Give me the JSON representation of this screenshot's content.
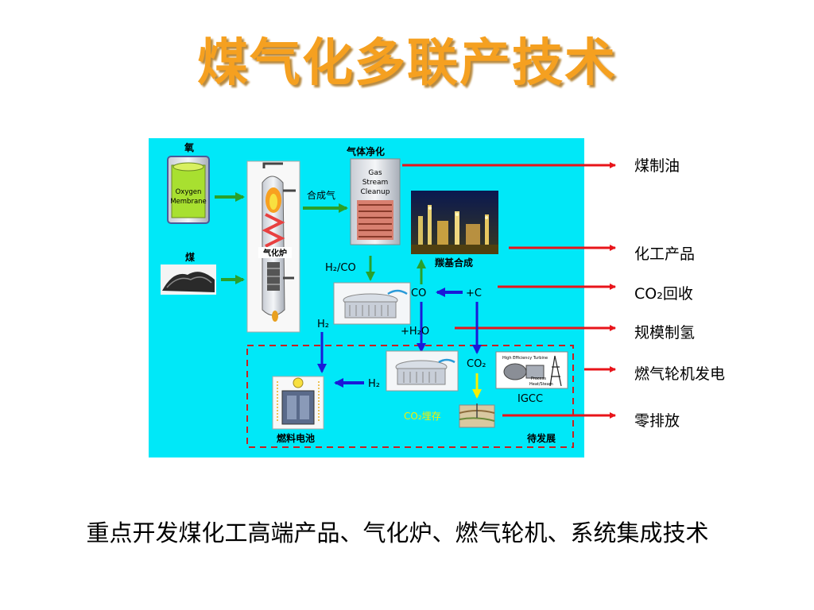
{
  "title": "煤气化多联产技术",
  "caption": "重点开发煤化工高端产品、气化炉、燃气轮机、系统集成技术",
  "colors": {
    "title": "#f5a020",
    "panel_bg": "#00e8f8",
    "red_arrow": "#e8141a",
    "green_arrow": "#2aa02a",
    "blue_arrow": "#1a1ad8",
    "yellow_text": "#f8f000",
    "dashed_border": "#c82020"
  },
  "diagram": {
    "oxygen_label": "氧",
    "membrane_text": [
      "Oxygen",
      "Membrane"
    ],
    "coal_label": "煤",
    "gasifier_label": "气化炉",
    "syngas_label": "合成气",
    "cleanup_title": "气体净化",
    "cleanup_text": [
      "Gas",
      "Stream",
      "Cleanup"
    ],
    "carbonyl_label": "羰基合成",
    "h2co_label": "H₂/CO",
    "co_label": "CO",
    "plus_c_label": "+C",
    "h2_label_left": "H₂",
    "plus_h2o_label": "+H₂O",
    "co2_label": "CO₂",
    "h2_label_mid": "H₂",
    "igcc_label": "IGCC",
    "turbine_text": [
      "High Efficiency Turbine",
      "Process",
      "Heat/Steam"
    ],
    "co2_storage_label": "CO₂埋存",
    "fuel_cell_label": "燃料电池",
    "future_label": "待发展"
  },
  "outputs": [
    {
      "label": "煤制油"
    },
    {
      "label": "化工产品"
    },
    {
      "label": "CO₂回收"
    },
    {
      "label": "规模制氢"
    },
    {
      "label": "燃气轮机发电"
    },
    {
      "label": "零排放"
    }
  ]
}
